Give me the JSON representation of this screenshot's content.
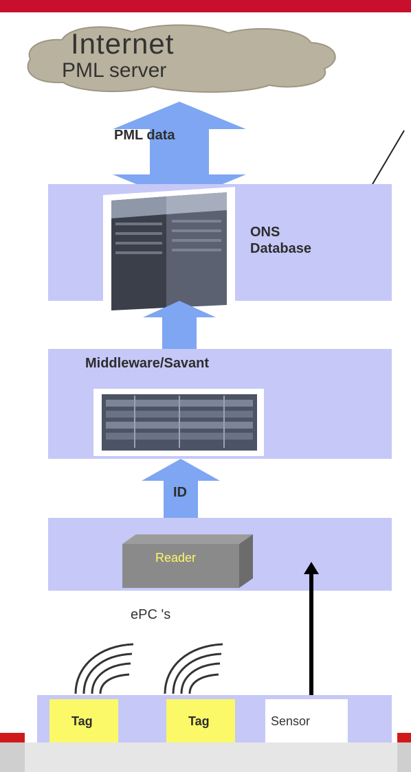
{
  "cloud": {
    "line1": "Internet",
    "line2": "PML server"
  },
  "arrow_labels": {
    "pml_data": "PML data",
    "id": "ID"
  },
  "layers": {
    "ons": "ONS\nDatabase",
    "middleware": "Middleware/Savant",
    "reader": "Reader",
    "epcs": "ePC 's"
  },
  "devices": {
    "tag_1": "Tag",
    "tag_2": "Tag",
    "sensor": "Sensor"
  },
  "colors": {
    "panel": "#c6c8f8",
    "arrow": "#7ea6f2",
    "tag": "#fbf968",
    "accent": "#c8102e"
  }
}
